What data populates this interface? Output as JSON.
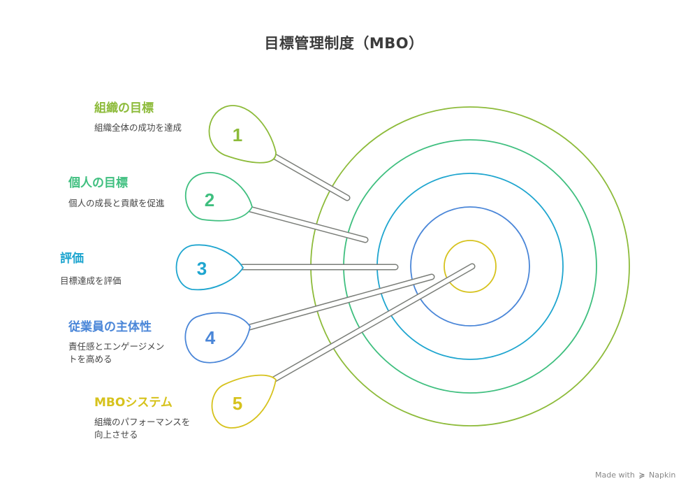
{
  "title": "目標管理制度（MBO）",
  "items": [
    {
      "number": "1",
      "title": "組織の目標",
      "description": "組織全体の成功を達成",
      "color": "#8dbb3a"
    },
    {
      "number": "2",
      "title": "個人の目標",
      "description": "個人の成長と貢献を促進",
      "color": "#3fbf7f"
    },
    {
      "number": "3",
      "title": "評価",
      "description": "目標達成を評価",
      "color": "#1ea5cf"
    },
    {
      "number": "4",
      "title": "従業員の主体性",
      "description": "責任感とエンゲージメントを高める",
      "color": "#4a86d8"
    },
    {
      "number": "5",
      "title": "MBOシステム",
      "description": "組織のパフォーマンスを向上させる",
      "color": "#d6c21c"
    }
  ],
  "target_ring_colors": [
    "#8dbb3a",
    "#3fbf7f",
    "#1ea5cf",
    "#4a86d8",
    "#d6c21c"
  ],
  "footer": {
    "made_with": "Made with",
    "brand": "Napkin"
  }
}
